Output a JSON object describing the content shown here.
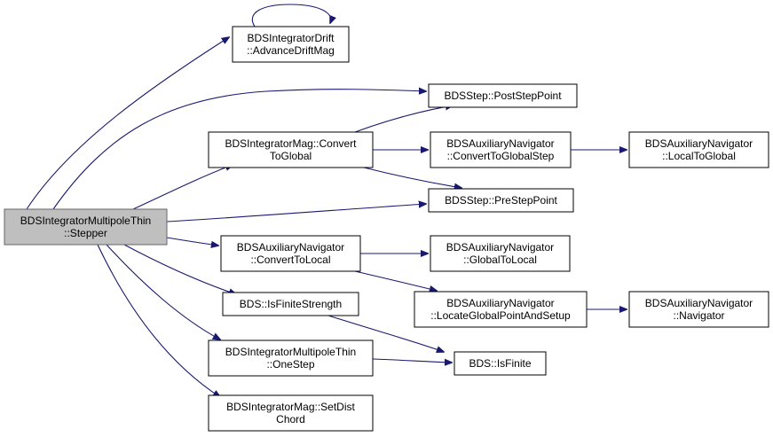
{
  "diagram": {
    "nodes": [
      {
        "id": "stepper",
        "lines": [
          "BDSIntegratorMultipoleThin",
          "::Stepper"
        ],
        "root": true
      },
      {
        "id": "advance",
        "lines": [
          "BDSIntegratorDrift",
          "::AdvanceDriftMag"
        ]
      },
      {
        "id": "post",
        "lines": [
          "BDSStep::PostStepPoint"
        ]
      },
      {
        "id": "convglob",
        "lines": [
          "BDSIntegratorMag::Convert",
          "ToGlobal"
        ]
      },
      {
        "id": "auxconvglob",
        "lines": [
          "BDSAuxiliaryNavigator",
          "::ConvertToGlobalStep"
        ]
      },
      {
        "id": "auxl2g",
        "lines": [
          "BDSAuxiliaryNavigator",
          "::LocalToGlobal"
        ]
      },
      {
        "id": "pre",
        "lines": [
          "BDSStep::PreStepPoint"
        ]
      },
      {
        "id": "auxconvloc",
        "lines": [
          "BDSAuxiliaryNavigator",
          "::ConvertToLocal"
        ]
      },
      {
        "id": "auxg2l",
        "lines": [
          "BDSAuxiliaryNavigator",
          "::GlobalToLocal"
        ]
      },
      {
        "id": "isfinstr",
        "lines": [
          "BDS::IsFiniteStrength"
        ]
      },
      {
        "id": "locate",
        "lines": [
          "BDSAuxiliaryNavigator",
          "::LocateGlobalPointAndSetup"
        ]
      },
      {
        "id": "nav",
        "lines": [
          "BDSAuxiliaryNavigator",
          "::Navigator"
        ]
      },
      {
        "id": "onestep",
        "lines": [
          "BDSIntegratorMultipoleThin",
          "::OneStep"
        ]
      },
      {
        "id": "isfinite",
        "lines": [
          "BDS::IsFinite"
        ]
      },
      {
        "id": "setdist",
        "lines": [
          "BDSIntegratorMag::SetDist",
          "Chord"
        ]
      }
    ],
    "edges": [
      [
        "advance",
        "advance"
      ],
      [
        "stepper",
        "advance"
      ],
      [
        "stepper",
        "post"
      ],
      [
        "stepper",
        "convglob"
      ],
      [
        "stepper",
        "pre"
      ],
      [
        "stepper",
        "auxconvloc"
      ],
      [
        "stepper",
        "isfinstr"
      ],
      [
        "stepper",
        "onestep"
      ],
      [
        "stepper",
        "setdist"
      ],
      [
        "convglob",
        "post"
      ],
      [
        "convglob",
        "auxconvglob"
      ],
      [
        "convglob",
        "pre"
      ],
      [
        "auxconvglob",
        "auxl2g"
      ],
      [
        "auxconvloc",
        "auxg2l"
      ],
      [
        "auxconvloc",
        "locate"
      ],
      [
        "locate",
        "nav"
      ],
      [
        "isfinstr",
        "isfinite"
      ],
      [
        "onestep",
        "isfinite"
      ]
    ]
  }
}
